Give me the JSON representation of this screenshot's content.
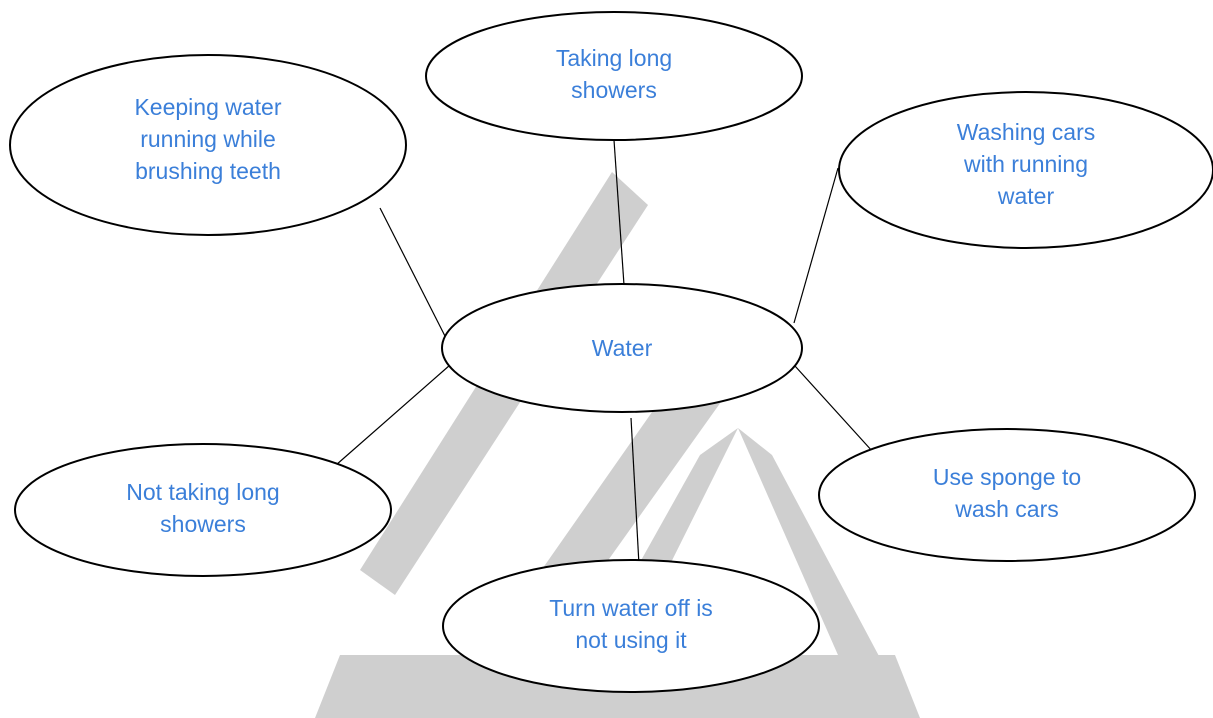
{
  "colors": {
    "text": "#3b7fd9",
    "watermark": "#cfcfcf",
    "outline": "#000000"
  },
  "center": {
    "label": "Water"
  },
  "nodes": [
    {
      "id": "keeping-water-running",
      "lines": [
        "Keeping water",
        "running while",
        "brushing teeth"
      ]
    },
    {
      "id": "taking-long-showers",
      "lines": [
        "Taking long",
        "showers"
      ]
    },
    {
      "id": "washing-cars",
      "lines": [
        "Washing cars",
        "with running",
        "water"
      ]
    },
    {
      "id": "not-taking-long-showers",
      "lines": [
        "Not taking long",
        "showers"
      ]
    },
    {
      "id": "turn-water-off",
      "lines": [
        "Turn water off is",
        "not using it"
      ]
    },
    {
      "id": "use-sponge",
      "lines": [
        "Use sponge to",
        "wash cars"
      ]
    }
  ]
}
